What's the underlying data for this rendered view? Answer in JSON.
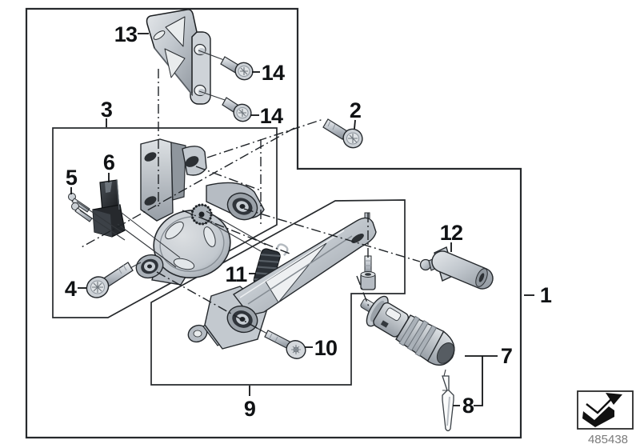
{
  "diagram": {
    "callouts": {
      "p1": "1",
      "p2": "2",
      "p3": "3",
      "p4": "4",
      "p5": "5",
      "p6": "6",
      "p7": "7",
      "p8": "8",
      "p9": "9",
      "p10": "10",
      "p11": "11",
      "p12": "12",
      "p13": "13",
      "p14a": "14",
      "p14b": "14"
    },
    "footer": {
      "image_number": "485438"
    },
    "icons": {
      "footer_logo": "bent-3d-arrow-icon"
    },
    "colors": {
      "outline": "#1a1d20",
      "metal_light": "#d6dade",
      "metal_mid": "#aab1b8",
      "metal_dark": "#7e858c",
      "black_part": "#24282c",
      "page_bg": "#ffffff",
      "footer_number": "#7b7b7b"
    }
  }
}
